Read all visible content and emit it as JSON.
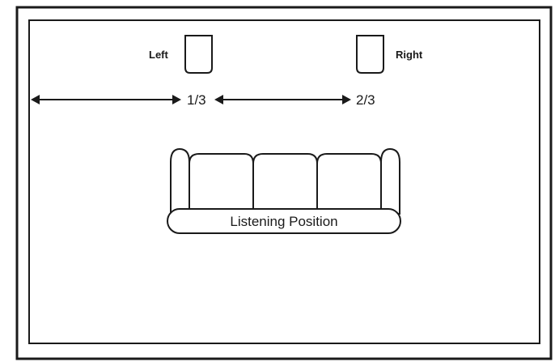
{
  "diagram": {
    "speakers": {
      "left_label": "Left",
      "right_label": "Right"
    },
    "distances": {
      "first_fraction": "1/3",
      "second_fraction": "2/3"
    },
    "couch": {
      "label": "Listening Position"
    }
  },
  "colors": {
    "line": "#1a1a1a",
    "background": "#ffffff"
  }
}
